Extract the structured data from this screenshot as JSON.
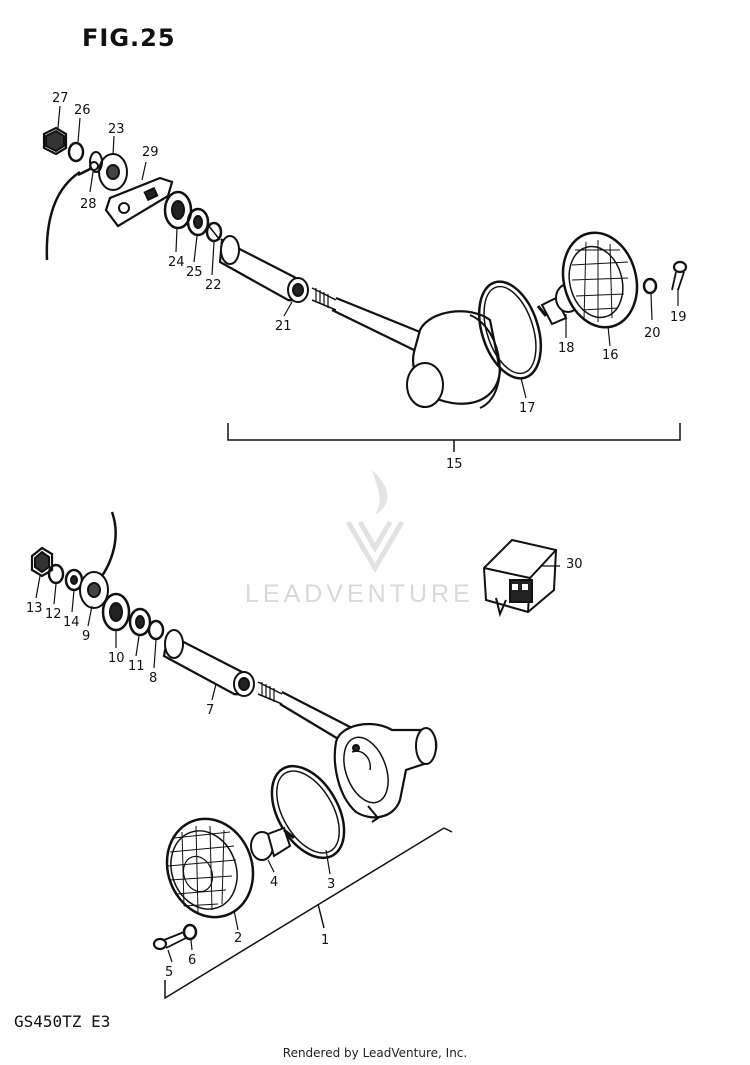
{
  "figure": {
    "title": "FIG.25",
    "model": "GS450TZ E3"
  },
  "footer": "Rendered by LeadVenture, Inc.",
  "watermark": "LEADVENTURE",
  "callouts": [
    {
      "id": "27",
      "label": "27"
    },
    {
      "id": "26",
      "label": "26"
    },
    {
      "id": "23",
      "label": "23"
    },
    {
      "id": "29",
      "label": "29"
    },
    {
      "id": "28",
      "label": "28"
    },
    {
      "id": "24",
      "label": "24"
    },
    {
      "id": "25",
      "label": "25"
    },
    {
      "id": "22",
      "label": "22"
    },
    {
      "id": "21",
      "label": "21"
    },
    {
      "id": "17",
      "label": "17"
    },
    {
      "id": "18",
      "label": "18"
    },
    {
      "id": "16",
      "label": "16"
    },
    {
      "id": "20",
      "label": "20"
    },
    {
      "id": "19",
      "label": "19"
    },
    {
      "id": "15",
      "label": "15"
    },
    {
      "id": "30",
      "label": "30"
    },
    {
      "id": "13",
      "label": "13"
    },
    {
      "id": "12",
      "label": "12"
    },
    {
      "id": "14",
      "label": "14"
    },
    {
      "id": "9",
      "label": "9"
    },
    {
      "id": "10",
      "label": "10"
    },
    {
      "id": "11",
      "label": "11"
    },
    {
      "id": "8",
      "label": "8"
    },
    {
      "id": "7",
      "label": "7"
    },
    {
      "id": "4",
      "label": "4"
    },
    {
      "id": "3",
      "label": "3"
    },
    {
      "id": "2",
      "label": "2"
    },
    {
      "id": "1",
      "label": "1"
    },
    {
      "id": "5",
      "label": "5"
    },
    {
      "id": "6",
      "label": "6"
    }
  ]
}
